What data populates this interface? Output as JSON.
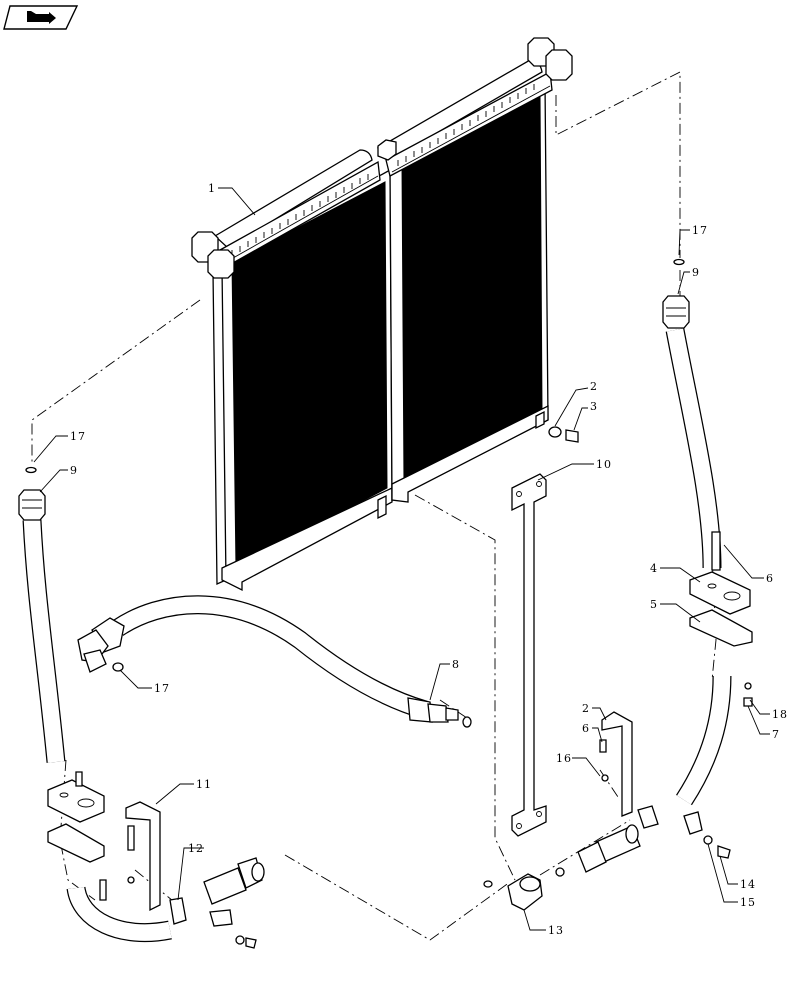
{
  "nav": {
    "icon": "arrow-forward-icon"
  },
  "callouts": [
    {
      "id": "c1",
      "label": "1"
    },
    {
      "id": "c2a",
      "label": "2"
    },
    {
      "id": "c3",
      "label": "3"
    },
    {
      "id": "c17a",
      "label": "17"
    },
    {
      "id": "c9a",
      "label": "9"
    },
    {
      "id": "c17b",
      "label": "17"
    },
    {
      "id": "c9b",
      "label": "9"
    },
    {
      "id": "c10",
      "label": "10"
    },
    {
      "id": "c6a",
      "label": "6"
    },
    {
      "id": "c4",
      "label": "4"
    },
    {
      "id": "c5",
      "label": "5"
    },
    {
      "id": "c17c",
      "label": "17"
    },
    {
      "id": "c8",
      "label": "8"
    },
    {
      "id": "c2b",
      "label": "2"
    },
    {
      "id": "c6b",
      "label": "6"
    },
    {
      "id": "c16",
      "label": "16"
    },
    {
      "id": "c18",
      "label": "18"
    },
    {
      "id": "c7",
      "label": "7"
    },
    {
      "id": "c11",
      "label": "11"
    },
    {
      "id": "c12",
      "label": "12"
    },
    {
      "id": "c13",
      "label": "13"
    },
    {
      "id": "c14",
      "label": "14"
    },
    {
      "id": "c15",
      "label": "15"
    }
  ]
}
